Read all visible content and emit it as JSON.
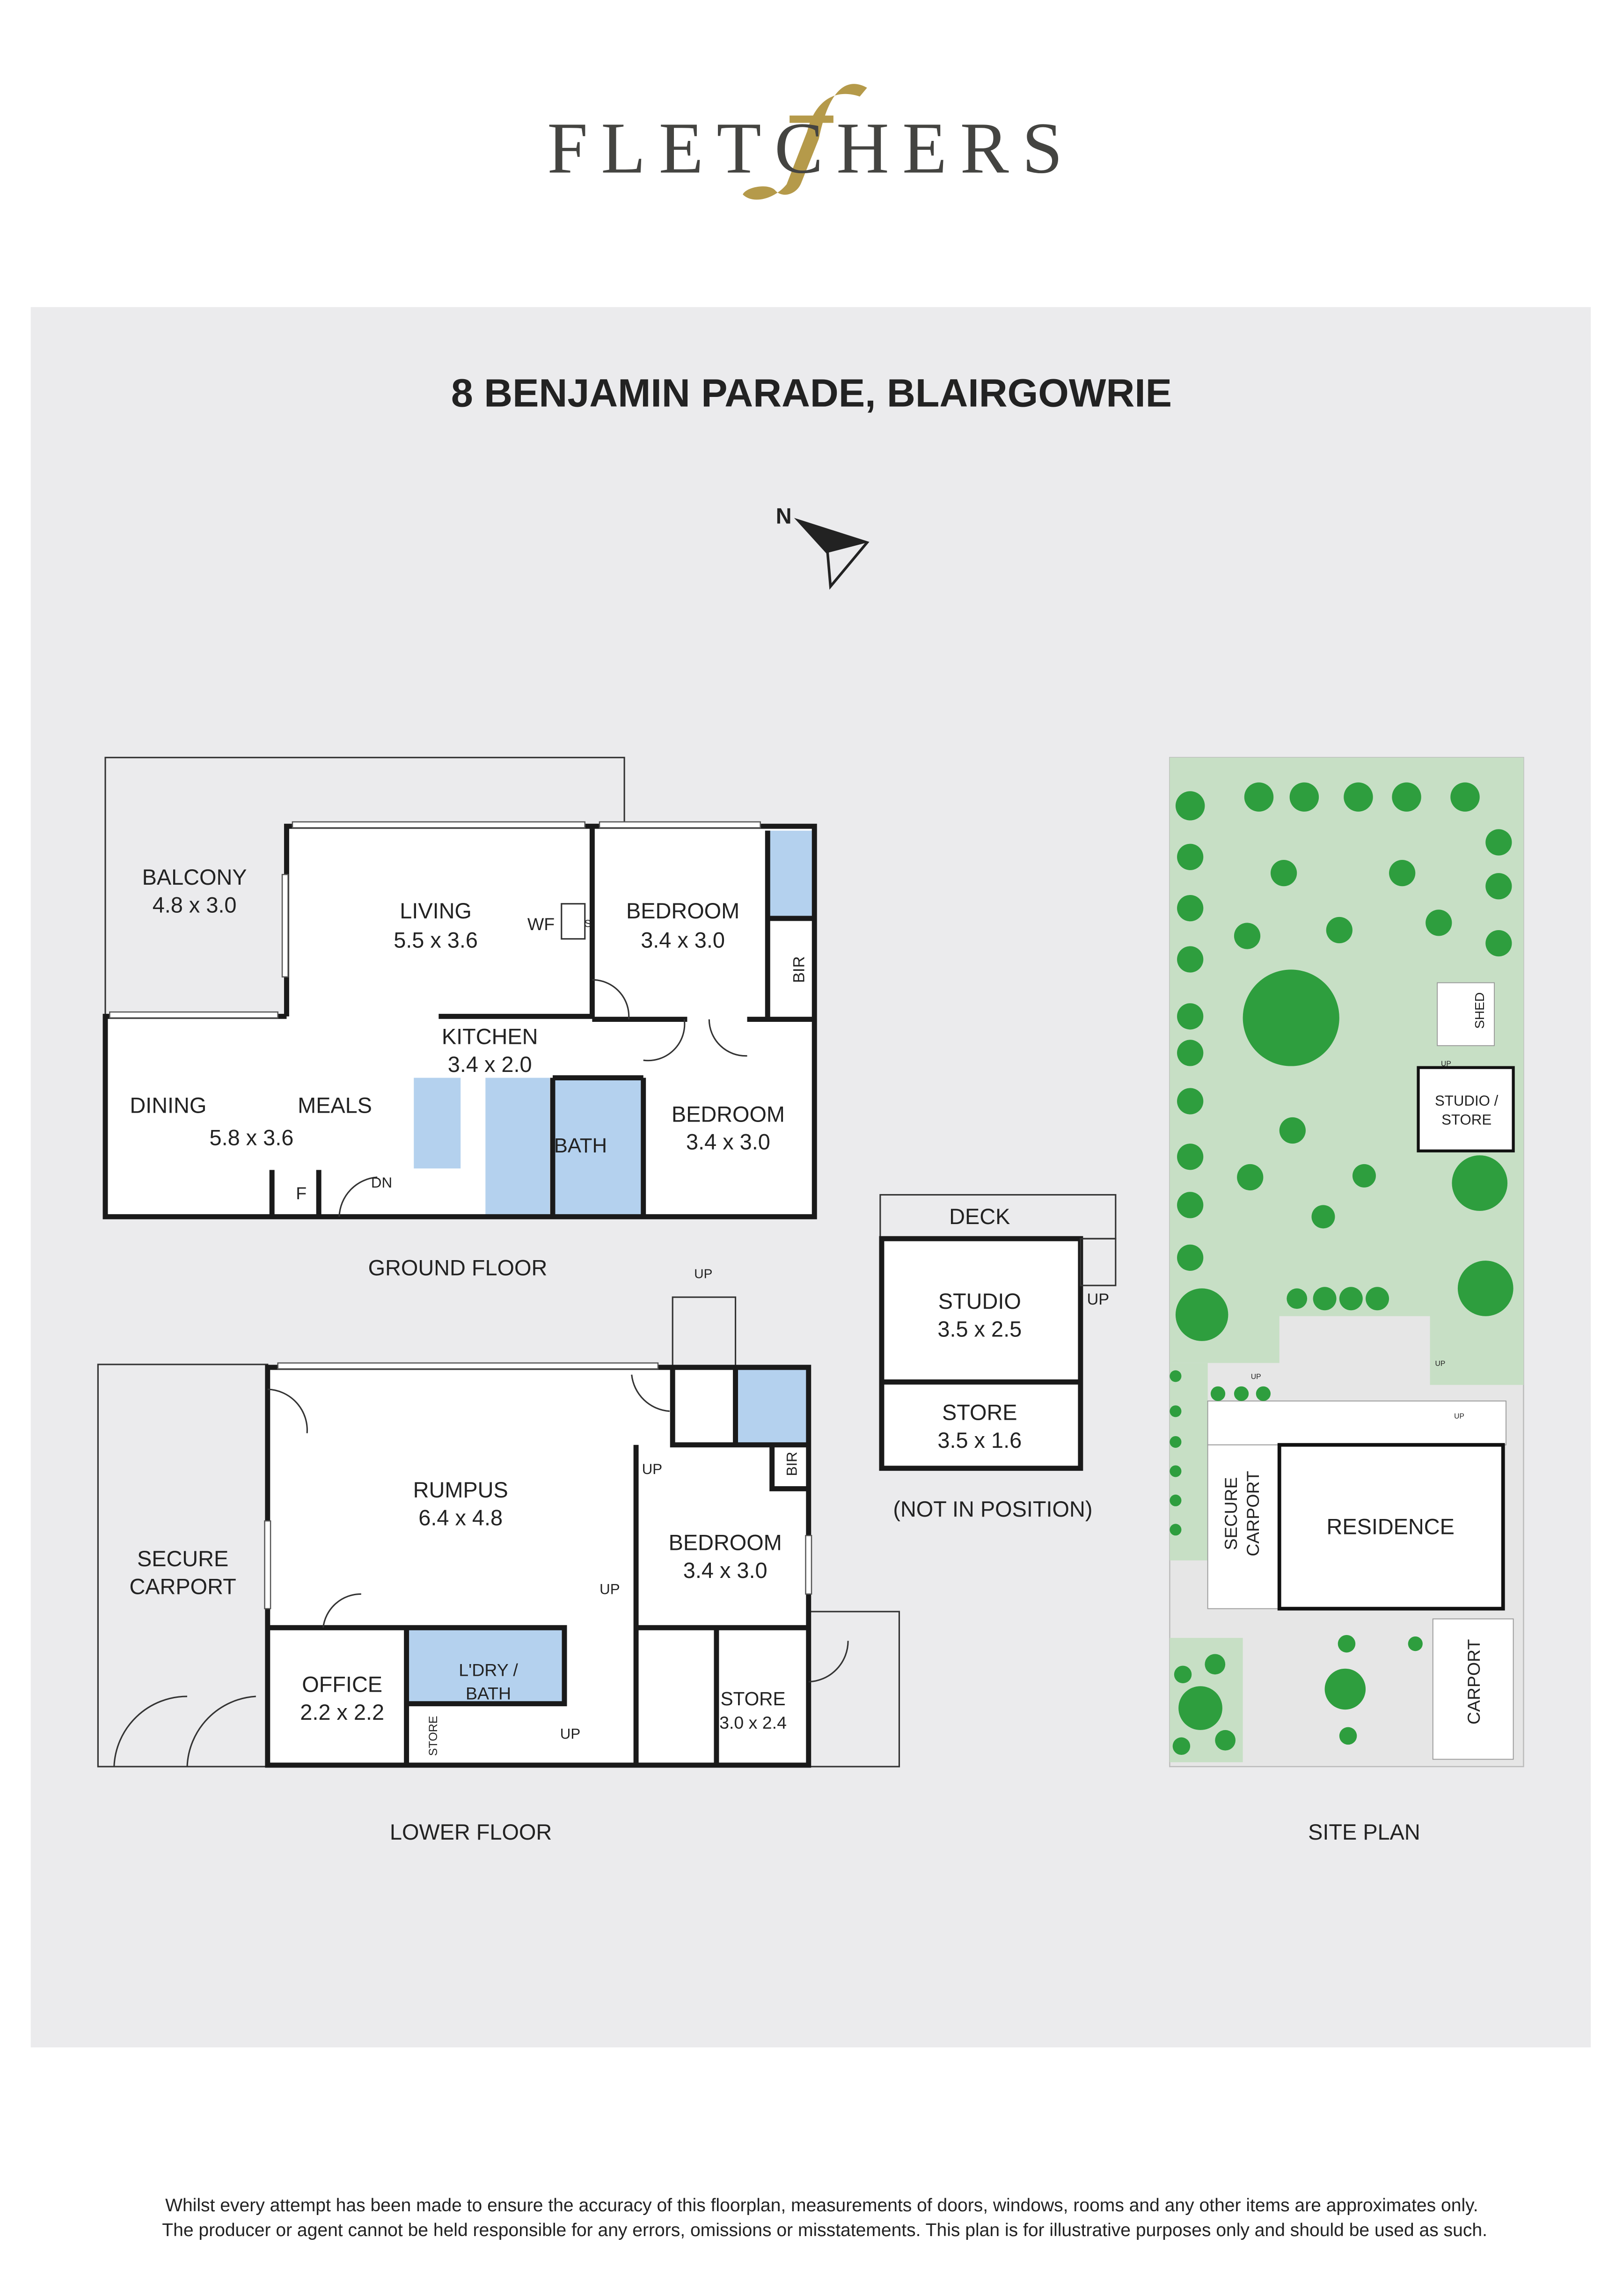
{
  "brand": {
    "logo_text": "FLETCHERS",
    "colors": {
      "text": "#444441",
      "accent": "#b59a4a"
    }
  },
  "title": "8 BENJAMIN PARADE, BLAIRGOWRIE",
  "compass": {
    "label": "N",
    "icon": "north-arrow-icon"
  },
  "ground_floor": {
    "label": "GROUND FLOOR",
    "rooms": [
      {
        "name": "BALCONY",
        "size": "4.8 x 3.0"
      },
      {
        "name": "LIVING",
        "size": "5.5 x 3.6"
      },
      {
        "name": "BEDROOM",
        "size": "3.4 x 3.0"
      },
      {
        "name": "KITCHEN",
        "size": "3.4 x 2.0"
      },
      {
        "name": "BEDROOM",
        "size": "3.4 x 3.0"
      },
      {
        "name": "DINING",
        "size": "5.8 x 3.6"
      }
    ],
    "labels": {
      "meals": "MEALS",
      "wf": "WF",
      "s": "S",
      "bir": "BIR",
      "bath": "BATH",
      "f": "F",
      "dn": "DN"
    }
  },
  "lower_floor": {
    "label": "LOWER FLOOR",
    "rooms": [
      {
        "name": "RUMPUS",
        "size": "6.4 x 4.8"
      },
      {
        "name": "BEDROOM",
        "size": "3.4 x 3.0"
      },
      {
        "name": "OFFICE",
        "size": "2.2 x 2.2"
      },
      {
        "name": "STORE",
        "size": "3.0 x 2.4"
      }
    ],
    "labels": {
      "carport_1": "SECURE",
      "carport_2": "CARPORT",
      "laundry_1": "L'DRY /",
      "laundry_2": "BATH",
      "bir": "BIR",
      "store": "STORE",
      "up": "UP"
    }
  },
  "studio": {
    "deck": "DECK",
    "rooms": [
      {
        "name": "STUDIO",
        "size": "3.5 x 2.5"
      },
      {
        "name": "STORE",
        "size": "3.5 x 1.6"
      }
    ],
    "up": "UP",
    "note": "(NOT IN POSITION)"
  },
  "site_plan": {
    "label": "SITE PLAN",
    "labels": {
      "shed": "SHED",
      "studio_1": "STUDIO /",
      "studio_2": "STORE",
      "secure_carport_1": "SECURE",
      "secure_carport_2": "CARPORT",
      "residence": "RESIDENCE",
      "carport": "CARPORT",
      "up": "UP"
    },
    "colors": {
      "garden": "#c7dfc5",
      "tree": "#2e9e3e",
      "paving": "#e6e6e6"
    }
  },
  "disclaimer": [
    "Whilst every attempt has been made to ensure the accuracy of this floorplan, measurements of doors, windows, rooms and any other items are approximates only.",
    "The producer or agent cannot be held responsible for any errors, omissions or misstatements. This plan is for illustrative purposes only and should be used as such."
  ]
}
